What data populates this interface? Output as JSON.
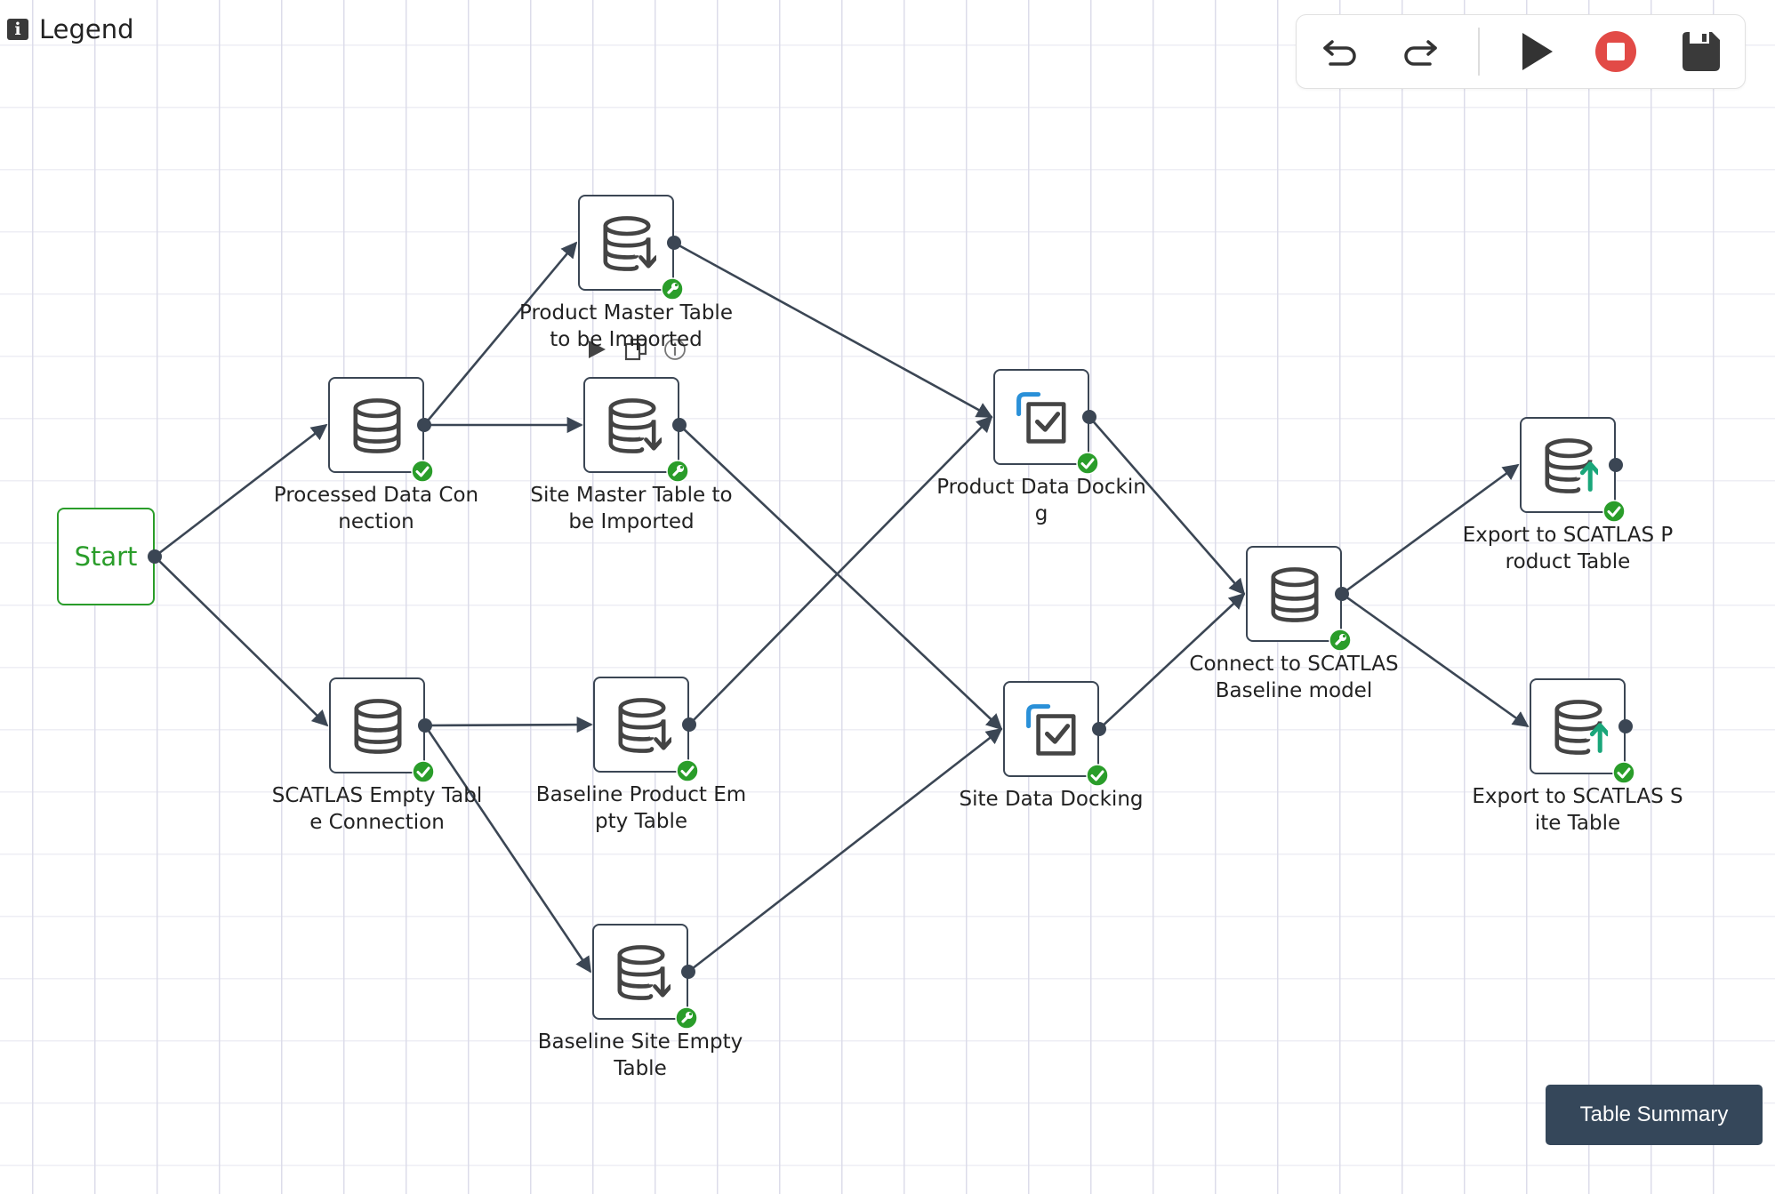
{
  "legend": {
    "label": "Legend",
    "icon": "info-icon"
  },
  "toolbar": {
    "icons": [
      "undo-icon",
      "redo-icon",
      "run-icon",
      "stop-icon",
      "save-icon"
    ],
    "stop_color": "#e24a46"
  },
  "start": {
    "label": "Start",
    "color": "#2a9d2a"
  },
  "nodes": [
    {
      "id": "processed",
      "name": "Processed Data Connection",
      "icon": "database-icon",
      "status": "check"
    },
    {
      "id": "product_master",
      "name": "Product Master Table to be Imported",
      "icon": "database-import-icon",
      "status": "wrench"
    },
    {
      "id": "site_master",
      "name": "Site Master Table to be Imported",
      "icon": "database-import-icon",
      "status": "wrench"
    },
    {
      "id": "scatlas_empty",
      "name": "SCATLAS Empty Table Connection",
      "icon": "database-icon",
      "status": "check"
    },
    {
      "id": "baseline_product",
      "name": "Baseline Product Empty Table",
      "icon": "database-import-icon",
      "status": "check"
    },
    {
      "id": "baseline_site",
      "name": "Baseline Site Empty Table",
      "icon": "database-import-icon",
      "status": "wrench"
    },
    {
      "id": "product_docking",
      "name": "Product Data Docking",
      "icon": "docking-check-icon",
      "status": "check"
    },
    {
      "id": "site_docking",
      "name": "Site Data Docking",
      "icon": "docking-check-icon",
      "status": "check"
    },
    {
      "id": "connect_baseline",
      "name": "Connect to SCATLAS Baseline model",
      "icon": "database-icon",
      "status": "wrench"
    },
    {
      "id": "export_product",
      "name": "Export to SCATLAS Product Table",
      "icon": "database-export-icon",
      "status": "check"
    },
    {
      "id": "export_site",
      "name": "Export to SCATLAS Site Table",
      "icon": "database-export-icon",
      "status": "check"
    }
  ],
  "edges": [
    [
      "start",
      "processed"
    ],
    [
      "start",
      "scatlas_empty"
    ],
    [
      "processed",
      "product_master"
    ],
    [
      "processed",
      "site_master"
    ],
    [
      "scatlas_empty",
      "baseline_product"
    ],
    [
      "scatlas_empty",
      "baseline_site"
    ],
    [
      "product_master",
      "product_docking"
    ],
    [
      "site_master",
      "site_docking"
    ],
    [
      "baseline_product",
      "product_docking"
    ],
    [
      "baseline_site",
      "site_docking"
    ],
    [
      "product_docking",
      "connect_baseline"
    ],
    [
      "site_docking",
      "connect_baseline"
    ],
    [
      "connect_baseline",
      "export_product"
    ],
    [
      "connect_baseline",
      "export_site"
    ]
  ],
  "node_actions": [
    "run-icon",
    "copy-icon",
    "info-circle-icon"
  ],
  "colors": {
    "edge": "#3b4654",
    "success": "#2a9d2a",
    "accent_blue": "#2a90d8",
    "export_green": "#1aa67a"
  },
  "summary_button": {
    "label": "Table Summary"
  }
}
